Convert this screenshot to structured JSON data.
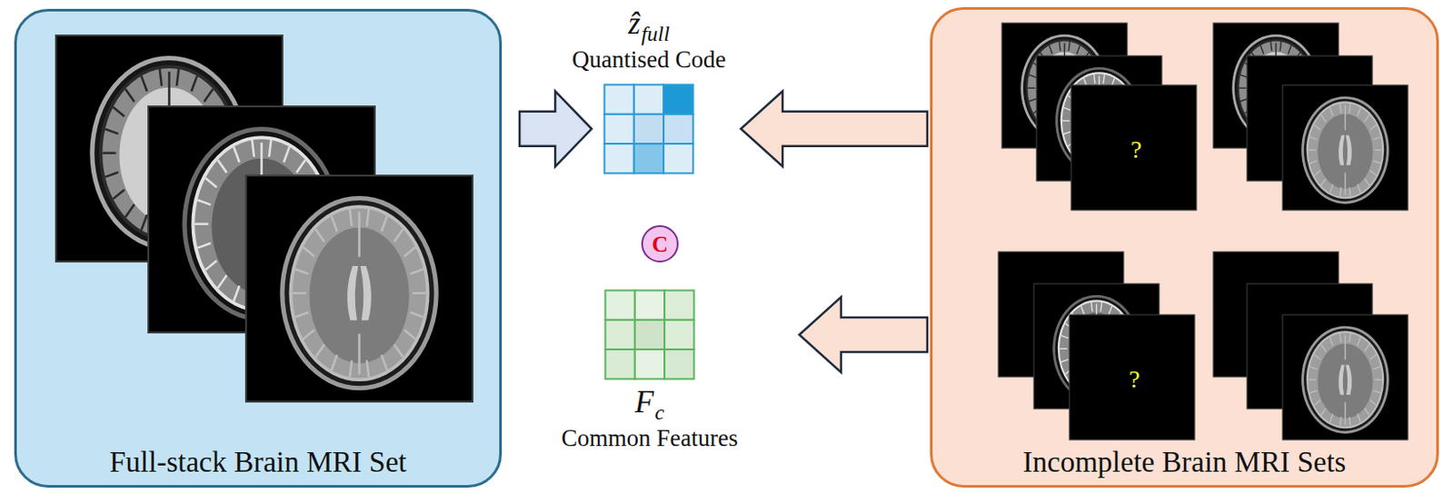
{
  "diagram": {
    "nodes": [
      {
        "text": [
          "Full-stack Brain MRI Set"
        ]
      },
      {
        "text": [
          "ẑ",
          "full",
          "Quantised Code"
        ]
      },
      {
        "text": [
          "C"
        ]
      },
      {
        "text": [
          "F",
          "c",
          "Common Features"
        ]
      },
      {
        "text": [
          "Incomplete Brain MRI Sets"
        ]
      }
    ],
    "edges": [
      {
        "from": 0,
        "to": 1,
        "arrow": "to"
      },
      {
        "from": 4,
        "to": 1,
        "arrow": "to"
      },
      {
        "from": 4,
        "to": 3,
        "arrow": "to"
      }
    ],
    "labels": [
      "?",
      "?"
    ]
  }
}
